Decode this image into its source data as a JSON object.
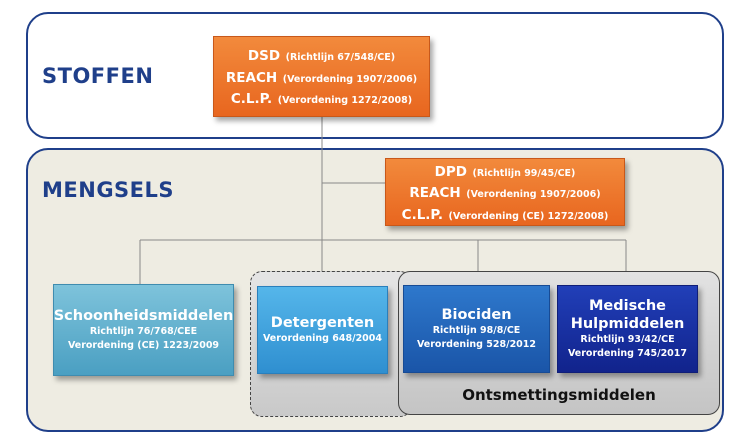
{
  "stoffen": {
    "title": "STOFFEN"
  },
  "mengsels": {
    "title": "MENGSELS"
  },
  "dsd": {
    "l1a": "DSD",
    "l1b": "(Richtlijn 67/548/CE)",
    "l2a": "REACH",
    "l2b": "(Verordening 1907/2006)",
    "l3a": "C.L.P.",
    "l3b": "(Verordening 1272/2008)"
  },
  "dpd": {
    "l1a": "DPD",
    "l1b": "(Richtlijn 99/45/CE)",
    "l2a": "REACH",
    "l2b": "(Verordening 1907/2006)",
    "l3a": "C.L.P.",
    "l3b": "(Verordening (CE) 1272/2008)"
  },
  "schoonheidsmiddelen": {
    "title": "Schoonheidsmiddelen",
    "line1": "Richtlijn 76/768/CEE",
    "line2": "Verordening  (CE) 1223/2009"
  },
  "detergenten": {
    "title": "Detergenten",
    "line1": "Verordening 648/2004"
  },
  "biociden": {
    "title": "Biociden",
    "line1": "Richtlijn 98/8/CE",
    "line2": "Verordening 528/2012"
  },
  "medische": {
    "title1": "Medische",
    "title2": "Hulpmiddelen",
    "line1": "Richtlijn  93/42/CE",
    "line2": "Verordening 745/2017"
  },
  "ontsmetting": {
    "label": "Ontsmettingsmiddelen"
  },
  "colors": {
    "panel_border": "#1f3f8a",
    "orange": "#e8661f",
    "mengsels_bg": "#eeece2"
  }
}
